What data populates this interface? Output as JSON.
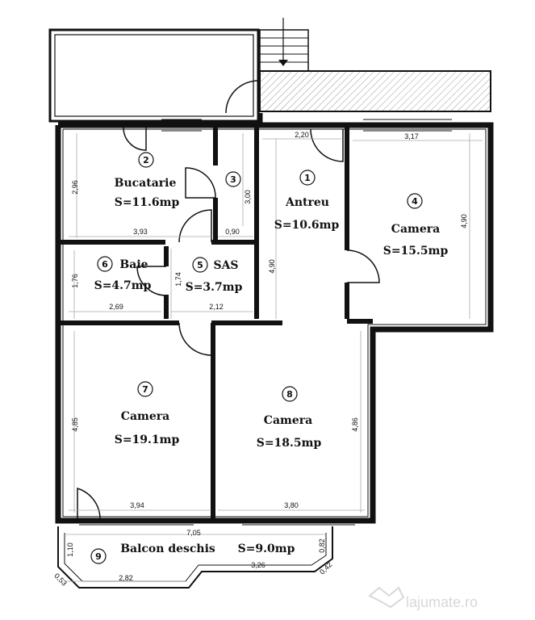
{
  "rooms": [
    {
      "num": "1",
      "name": "Antreu",
      "area": "S=10.6mp"
    },
    {
      "num": "2",
      "name": "Bucatarie",
      "area": "S=11.6mp"
    },
    {
      "num": "3"
    },
    {
      "num": "4",
      "name": "Camera",
      "area": "S=15.5mp"
    },
    {
      "num": "5",
      "name": "SAS",
      "area": "S=3.7mp"
    },
    {
      "num": "6",
      "name": "Baie",
      "area": "S=4.7mp"
    },
    {
      "num": "7",
      "name": "Camera",
      "area": "S=19.1mp"
    },
    {
      "num": "8",
      "name": "Camera",
      "area": "S=18.5mp"
    },
    {
      "num": "9",
      "name": "Balcon deschis",
      "area": "S=9.0mp"
    }
  ],
  "dims": {
    "bucatarie_h": "2,96",
    "bucatarie_w": "3,93",
    "r3_h": "3,00",
    "r3_w": "0,90",
    "antreu_w": "2,20",
    "antreu_h": "4,90",
    "camera4_w": "3,17",
    "camera4_h": "4,90",
    "baie_h": "1,76",
    "baie_w": "2,69",
    "sas_h": "1,74",
    "sas_w": "2,12",
    "camera7_h": "4,85",
    "camera7_w": "3,94",
    "camera8_h": "4,86",
    "camera8_w": "3,80",
    "balcon_total": "7,05",
    "balcon_left_h": "1,10",
    "balcon_right_h": "0,82",
    "balcon_w1": "2,82",
    "balcon_w2": "3,26",
    "balcon_diag_l": "0,53",
    "balcon_diag_r": "0,42"
  },
  "watermark": "lajumate.ro"
}
